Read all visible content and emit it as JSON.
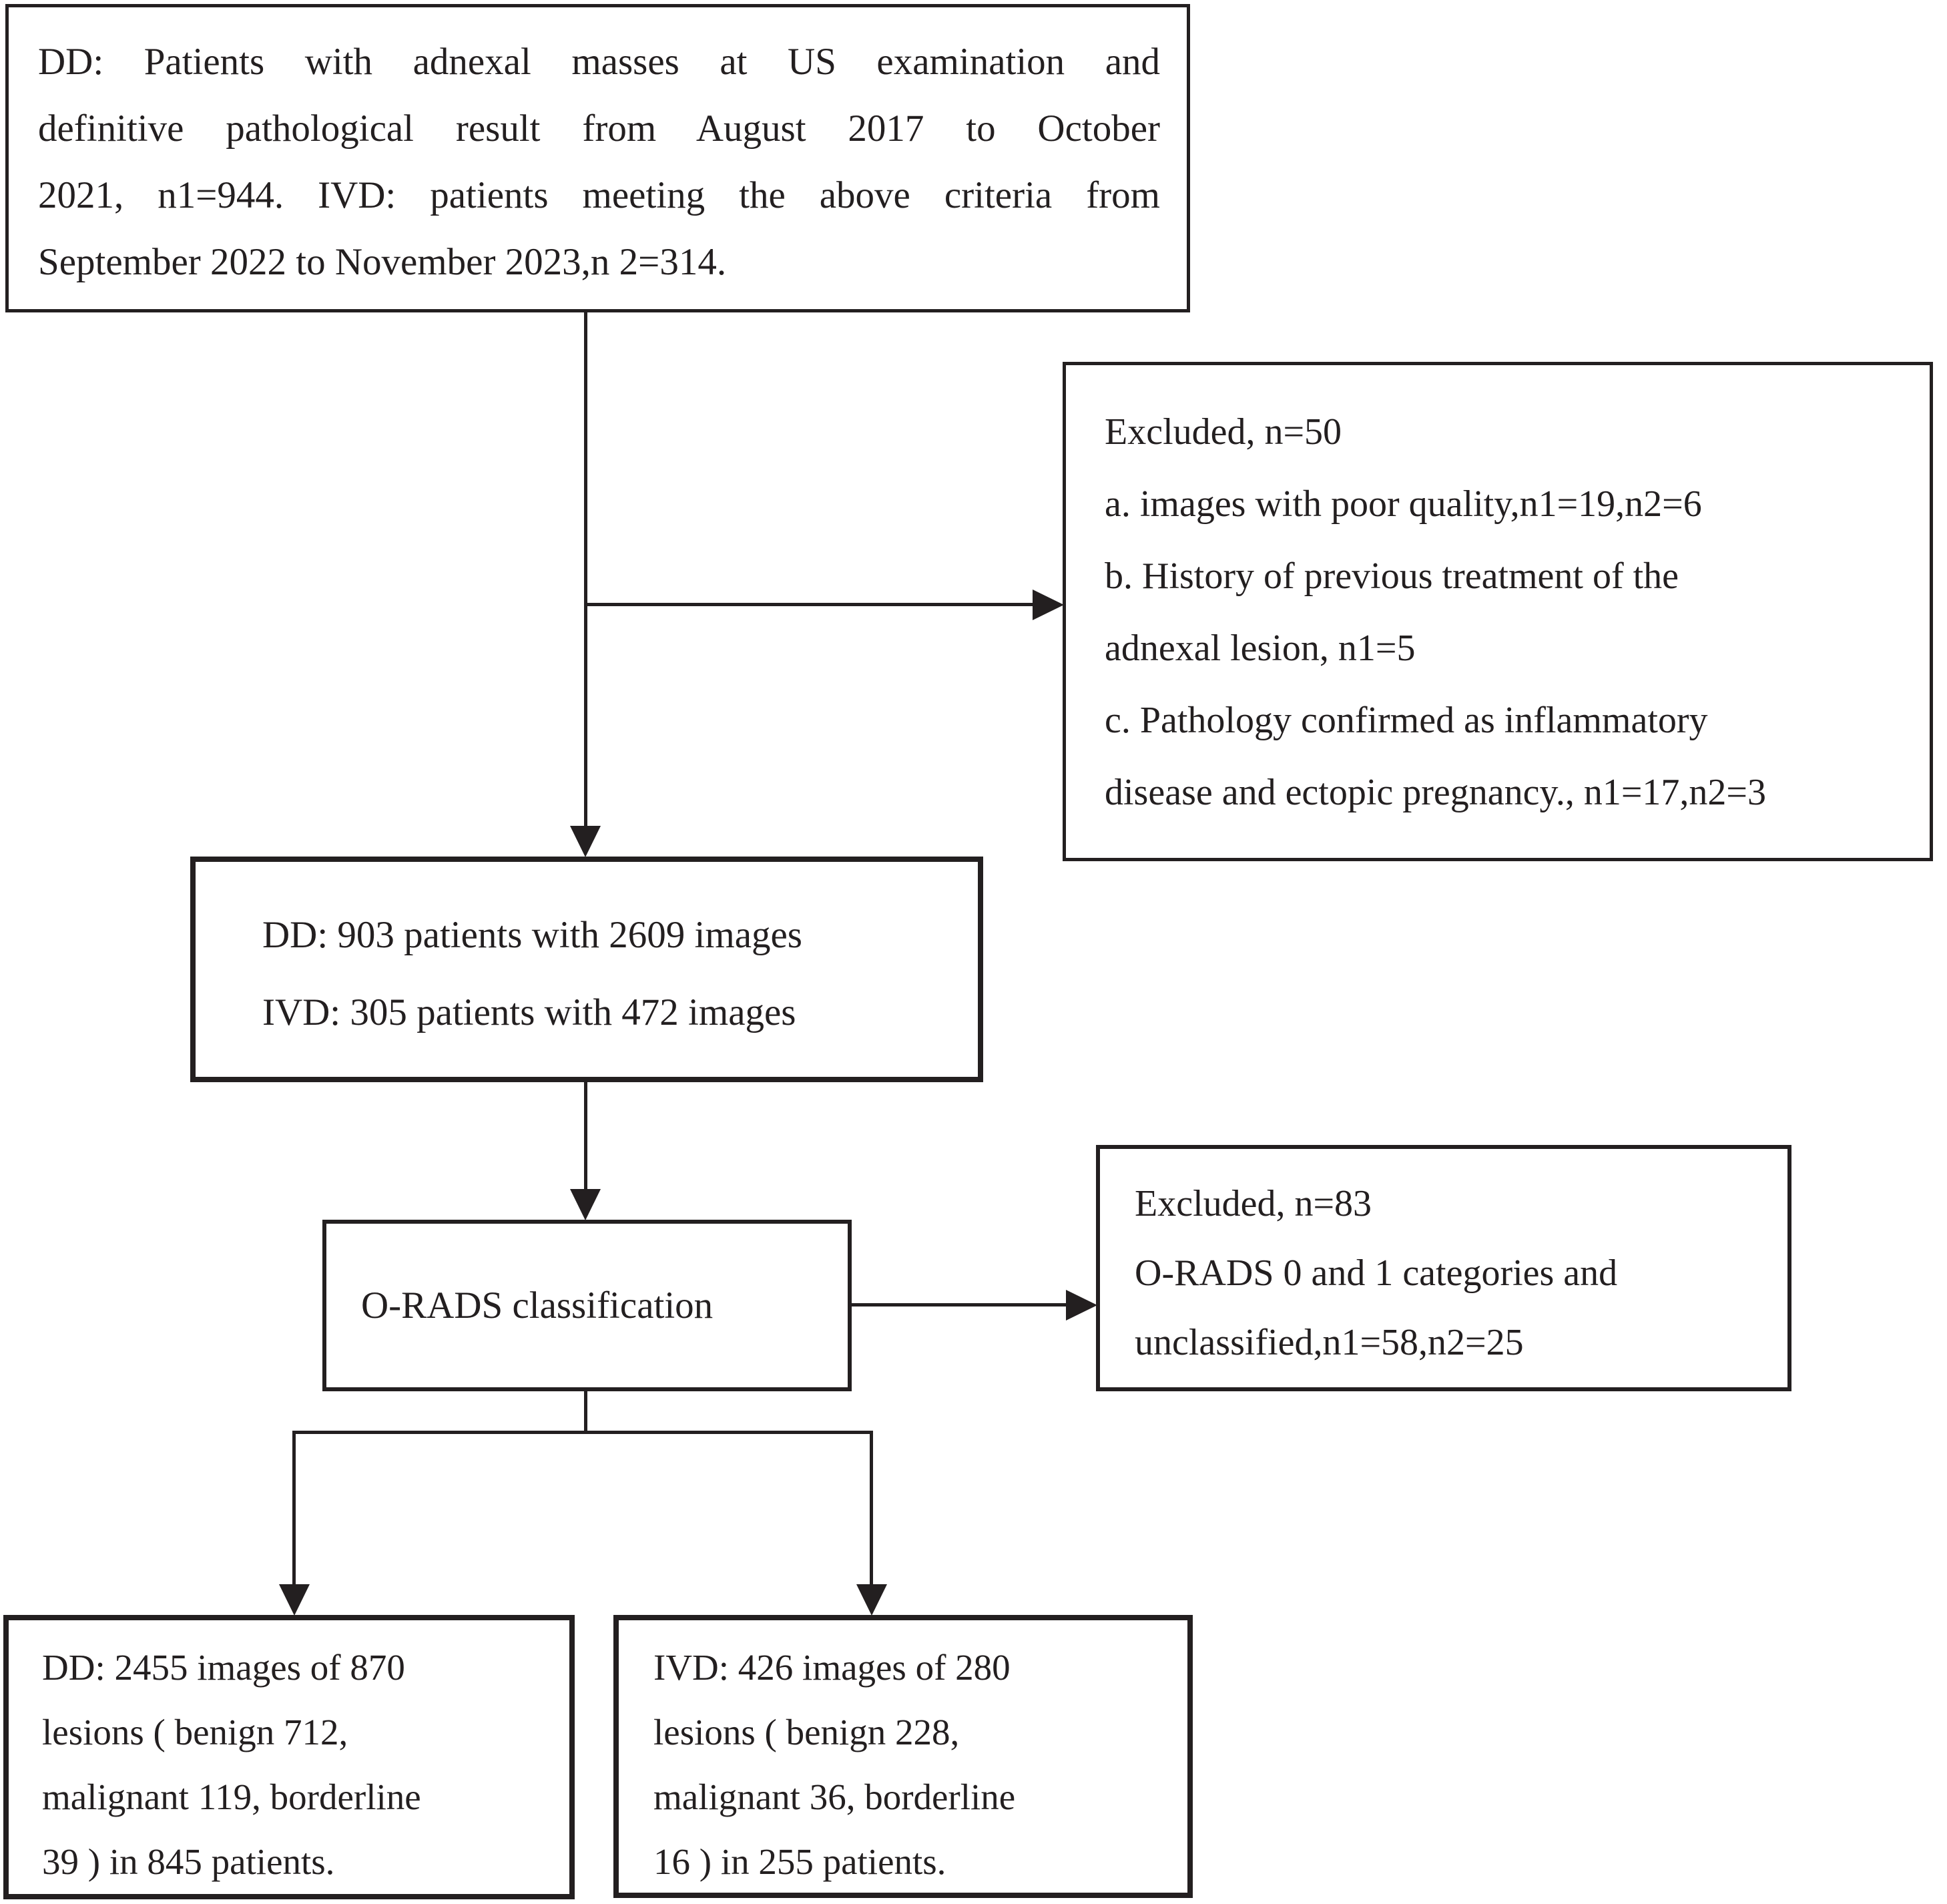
{
  "colors": {
    "ink": "#231f20",
    "background": "#ffffff"
  },
  "diagram": {
    "type": "flowchart",
    "boxes": {
      "source": {
        "lines": [
          "DD: Patients with adnexal masses at US examination and",
          "definitive pathological result from August 2017 to October",
          "2021, n1=944. IVD: patients meeting the above criteria from",
          "September 2022 to November 2023,n 2=314."
        ]
      },
      "excluded1": {
        "lines": [
          "Excluded, n=50",
          "a. images with poor quality,n1=19,n2=6",
          "b. History of previous treatment of the",
          "adnexal lesion, n1=5",
          "c. Pathology confirmed as inflammatory",
          "disease and ectopic pregnancy., n1=17,n2=3"
        ]
      },
      "counts": {
        "lines": [
          "DD: 903 patients with 2609 images",
          "IVD: 305 patients with 472 images"
        ]
      },
      "orads": {
        "label": "O-RADS classification"
      },
      "excluded2": {
        "lines": [
          "Excluded, n=83",
          "O-RADS 0 and 1 categories and",
          "unclassified,n1=58,n2=25"
        ]
      },
      "dd_result": {
        "lines": [
          "DD: 2455 images of 870",
          "lesions ( benign 712,",
          "malignant 119, borderline",
          "39 ) in 845 patients."
        ]
      },
      "ivd_result": {
        "lines": [
          "IVD: 426 images of 280",
          "lesions ( benign 228,",
          "malignant 36, borderline",
          "16 ) in 255 patients."
        ]
      }
    }
  }
}
